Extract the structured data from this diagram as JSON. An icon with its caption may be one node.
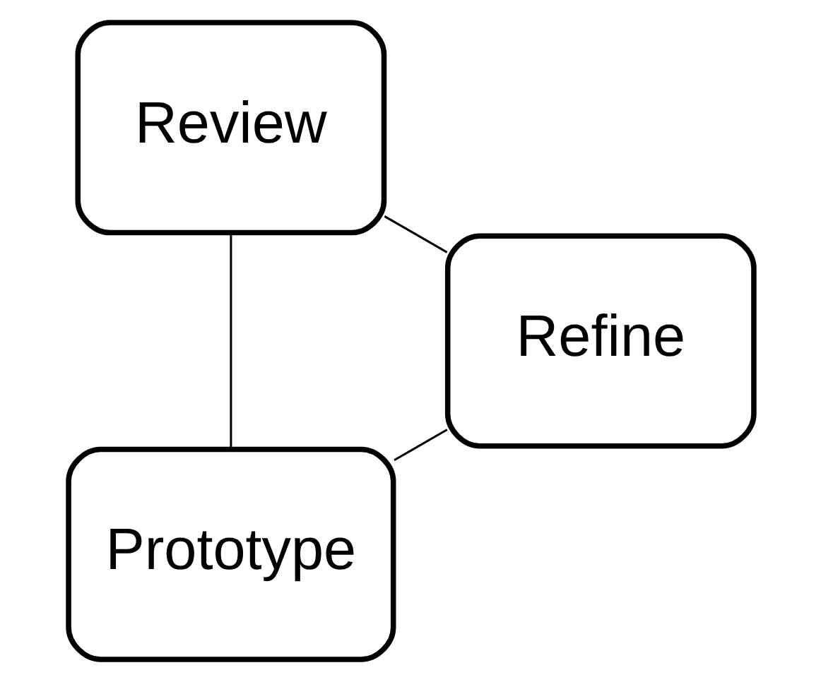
{
  "diagram": {
    "nodes": [
      {
        "text": [
          "Prototype"
        ]
      },
      {
        "text": [
          "Refine"
        ]
      },
      {
        "text": [
          "Review"
        ]
      }
    ],
    "edges": [
      {
        "from": 0,
        "to": 2,
        "arrow": "none"
      },
      {
        "from": 2,
        "to": 1,
        "arrow": "none"
      },
      {
        "from": 1,
        "to": 0,
        "arrow": "none"
      }
    ]
  }
}
